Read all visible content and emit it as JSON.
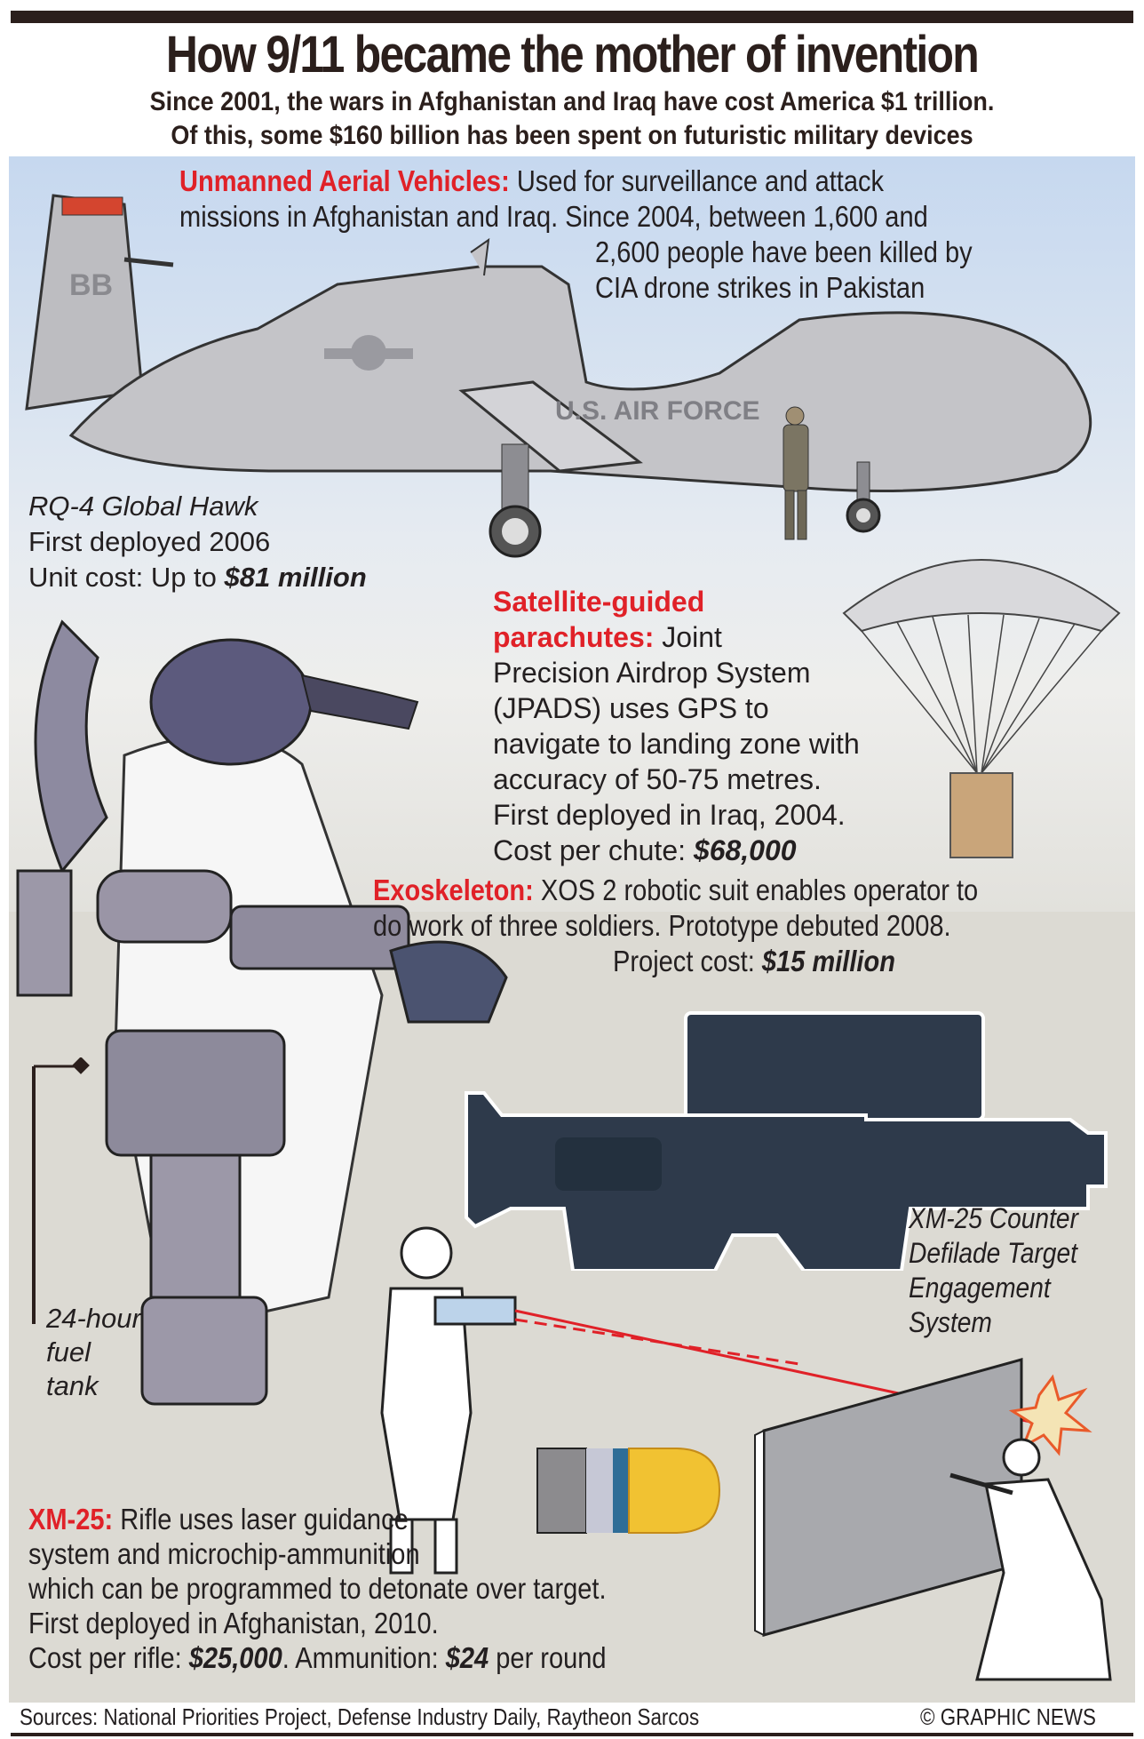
{
  "header": {
    "title": "How 9/11 became the mother of invention",
    "subtitle_line1": "Since 2001, the wars in Afghanistan and Iraq have cost America $1 trillion.",
    "subtitle_line2": "Of this, some $160 billion has been spent on futuristic military devices"
  },
  "colors": {
    "accent_red": "#e02128",
    "sky_blue": "#c6d8ef",
    "lower_bg": "#dcdad3",
    "dark_bar": "#2b1f1c"
  },
  "sections": {
    "uav": {
      "heading": "Unmanned Aerial Vehicles:",
      "line1": "Used for surveillance and attack",
      "line2": "missions in Afghanistan and Iraq. Since 2004, between 1,600 and",
      "line3": "2,600 people have been killed by",
      "line4": "CIA drone strikes in Pakistan",
      "model": "RQ-4 Global Hawk",
      "deployed": "First deployed 2006",
      "cost_prefix": "Unit cost: Up to ",
      "cost_value": "$81 million",
      "aircraft_markings": {
        "tail": "BB",
        "fuselage": "U.S. AIR FORCE"
      }
    },
    "parachutes": {
      "heading_line1": "Satellite-guided",
      "heading_line2": "parachutes:",
      "line1_tail": "Joint",
      "line2": "Precision Airdrop System",
      "line3": "(JPADS) uses GPS to",
      "line4": "navigate to landing zone with",
      "line5": "accuracy of 50-75 metres.",
      "line6": "First deployed in Iraq, 2004.",
      "cost_prefix": "Cost per chute: ",
      "cost_value": "$68,000"
    },
    "exoskeleton": {
      "heading": "Exoskeleton:",
      "line1": "XOS 2 robotic suit enables operator to",
      "line2": "do work of three soldiers. Prototype debuted 2008.",
      "cost_prefix": "Project cost: ",
      "cost_value": "$15 million",
      "fuel_label_1": "24-hour",
      "fuel_label_2": "fuel",
      "fuel_label_3": "tank"
    },
    "xm25": {
      "caption_1": "XM-25 Counter",
      "caption_2": "Defilade Target",
      "caption_3": "Engagement",
      "caption_4": "System",
      "heading": "XM-25:",
      "line1": "Rifle uses laser guidance",
      "line2": "system and microchip-ammunition",
      "line3": "which can be programmed to detonate over target.",
      "line4": "First deployed in Afghanistan, 2010.",
      "cost_prefix": "Cost per rifle: ",
      "cost_value": "$25,000",
      "ammo_prefix": ". Ammunition: ",
      "ammo_value": "$24",
      "ammo_suffix": " per round"
    }
  },
  "footer": {
    "sources": "Sources: National Priorities Project, Defense Industry Daily, Raytheon Sarcos",
    "credit": "© GRAPHIC NEWS"
  }
}
